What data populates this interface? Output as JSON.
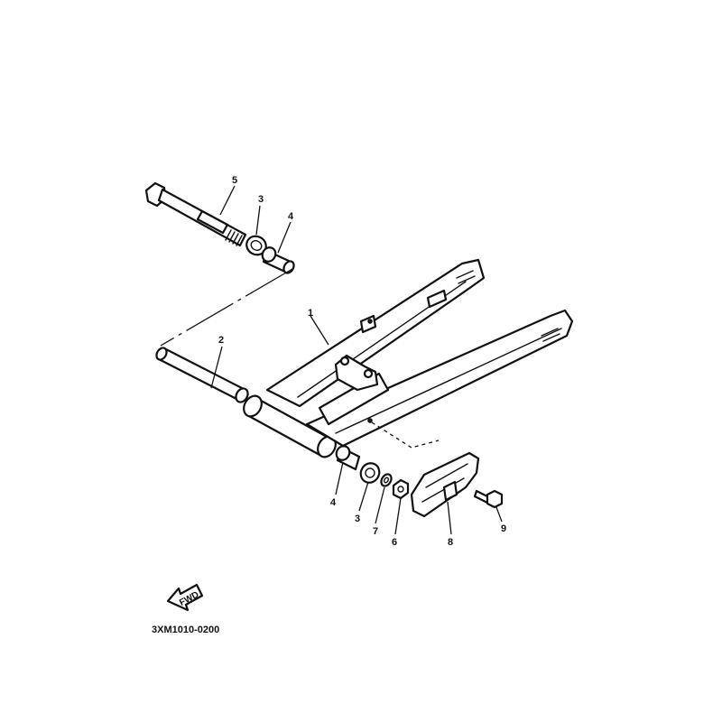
{
  "diagram": {
    "callouts": [
      {
        "id": "c1",
        "text": "1"
      },
      {
        "id": "c2",
        "text": "2"
      },
      {
        "id": "c3a",
        "text": "3"
      },
      {
        "id": "c4a",
        "text": "4"
      },
      {
        "id": "c5",
        "text": "5"
      },
      {
        "id": "c4b",
        "text": "4"
      },
      {
        "id": "c3b",
        "text": "3"
      },
      {
        "id": "c7",
        "text": "7"
      },
      {
        "id": "c6",
        "text": "6"
      },
      {
        "id": "c8",
        "text": "8"
      },
      {
        "id": "c9",
        "text": "9"
      }
    ],
    "fwd_label": "FWD",
    "diagram_code": "3XM1010-0200"
  },
  "colors": {
    "ink": "#111111",
    "paper": "#ffffff"
  }
}
